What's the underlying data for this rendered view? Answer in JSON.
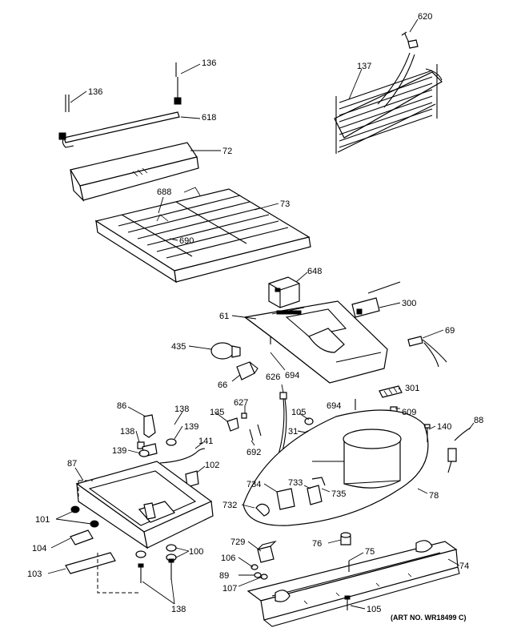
{
  "callouts": [
    {
      "id": "c620",
      "text": "620"
    },
    {
      "id": "c136a",
      "text": "136"
    },
    {
      "id": "c136b",
      "text": "136"
    },
    {
      "id": "c137",
      "text": "137"
    },
    {
      "id": "c618",
      "text": "618"
    },
    {
      "id": "c72",
      "text": "72"
    },
    {
      "id": "c688",
      "text": "688"
    },
    {
      "id": "c73",
      "text": "73"
    },
    {
      "id": "c690",
      "text": "690"
    },
    {
      "id": "c648",
      "text": "648"
    },
    {
      "id": "c300",
      "text": "300"
    },
    {
      "id": "c61",
      "text": "61"
    },
    {
      "id": "c69",
      "text": "69"
    },
    {
      "id": "c435",
      "text": "435"
    },
    {
      "id": "c694a",
      "text": "694"
    },
    {
      "id": "c66",
      "text": "66"
    },
    {
      "id": "c626",
      "text": "626"
    },
    {
      "id": "c301",
      "text": "301"
    },
    {
      "id": "c694b",
      "text": "694"
    },
    {
      "id": "c609",
      "text": "609"
    },
    {
      "id": "c86",
      "text": "86"
    },
    {
      "id": "c138a",
      "text": "138"
    },
    {
      "id": "c138b",
      "text": "138"
    },
    {
      "id": "c139a",
      "text": "139"
    },
    {
      "id": "c139b",
      "text": "139"
    },
    {
      "id": "c135",
      "text": "135"
    },
    {
      "id": "c627",
      "text": "627"
    },
    {
      "id": "c105a",
      "text": "105"
    },
    {
      "id": "c31",
      "text": "31"
    },
    {
      "id": "c140",
      "text": "140"
    },
    {
      "id": "c88",
      "text": "88"
    },
    {
      "id": "c141",
      "text": "141"
    },
    {
      "id": "c692",
      "text": "692"
    },
    {
      "id": "c87",
      "text": "87"
    },
    {
      "id": "c102",
      "text": "102"
    },
    {
      "id": "c734",
      "text": "734"
    },
    {
      "id": "c733",
      "text": "733"
    },
    {
      "id": "c735",
      "text": "735"
    },
    {
      "id": "c78",
      "text": "78"
    },
    {
      "id": "c732",
      "text": "732"
    },
    {
      "id": "c101",
      "text": "101"
    },
    {
      "id": "c104",
      "text": "104"
    },
    {
      "id": "c100",
      "text": "100"
    },
    {
      "id": "c103",
      "text": "103"
    },
    {
      "id": "c138c",
      "text": "138"
    },
    {
      "id": "c729",
      "text": "729"
    },
    {
      "id": "c76",
      "text": "76"
    },
    {
      "id": "c75",
      "text": "75"
    },
    {
      "id": "c106",
      "text": "106"
    },
    {
      "id": "c74",
      "text": "74"
    },
    {
      "id": "c89",
      "text": "89"
    },
    {
      "id": "c107",
      "text": "107"
    },
    {
      "id": "c105b",
      "text": "105"
    }
  ],
  "art_number": "(ART NO. WR18499 C)"
}
